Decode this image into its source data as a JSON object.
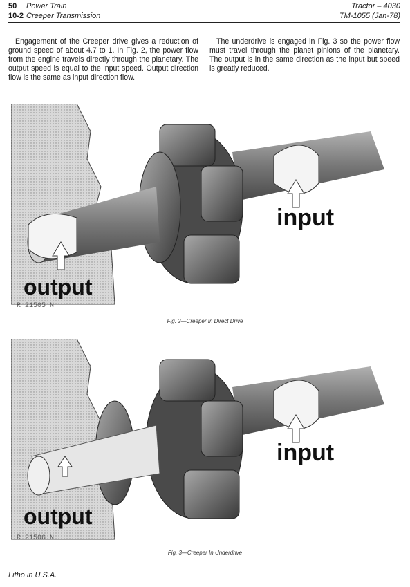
{
  "header": {
    "page_number": "50",
    "section_number": "10-2",
    "section_title": "Power Train",
    "subsection_title": "Creeper Transmission",
    "model": "Tractor – 4030",
    "manual": "TM-1055 (Jan-78)"
  },
  "body": {
    "col_left": "Engagement of the Creeper drive gives a reduction of ground speed of about 4.7 to 1. In Fig. 2, the power flow from the engine travels directly through the planetary. The output speed is equal to the input speed. Output direction flow is the same as input direction flow.",
    "col_right": "The underdrive is engaged in Fig. 3 so the power flow must travel through the planet pinions of the planetary. The output is in the same direction as the input but speed is greatly reduced."
  },
  "figures": [
    {
      "input_label": "input",
      "output_label": "output",
      "ref": "R 21505 N",
      "caption": "Fig. 2—Creeper In Direct Drive"
    },
    {
      "input_label": "input",
      "output_label": "output",
      "ref": "R 21506 N",
      "caption": "Fig. 3—Creeper In Underdrive"
    }
  ],
  "footer": {
    "litho": "Litho in U.S.A."
  }
}
